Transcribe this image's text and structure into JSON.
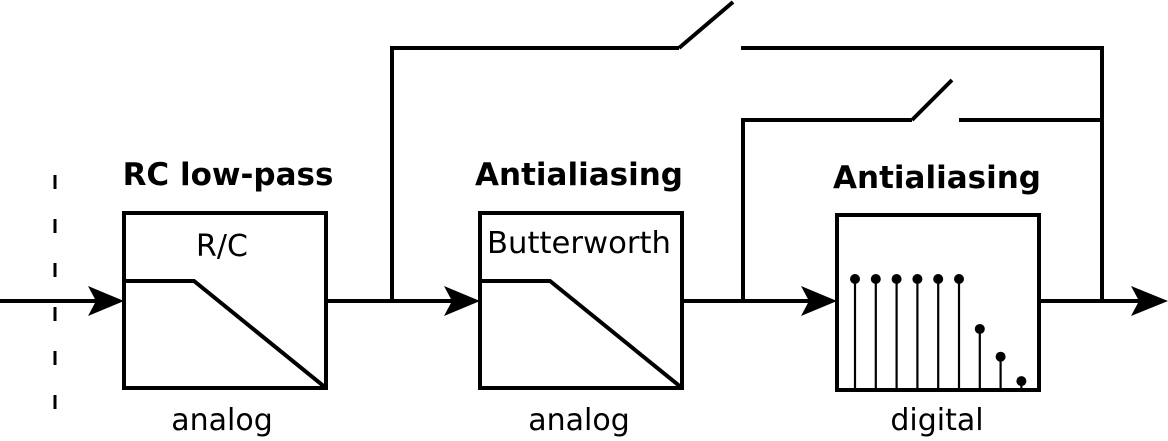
{
  "diagram": {
    "colors": {
      "stroke": "#000000",
      "background": "#ffffff"
    },
    "blocks": [
      {
        "id": "rc",
        "title": "RC low-pass",
        "inner_label": "R/C",
        "domain": "analog",
        "icon": "lowpass-response-icon"
      },
      {
        "id": "butter",
        "title": "Antialiasing",
        "inner_label": "Butterworth",
        "domain": "analog",
        "icon": "lowpass-response-icon"
      },
      {
        "id": "digital",
        "title": "Antialiasing",
        "inner_label": "",
        "domain": "digital",
        "icon": "sampled-response-icon"
      }
    ],
    "digital_samples": [
      1,
      1,
      1,
      1,
      1,
      1,
      0.55,
      0.3,
      0.08
    ],
    "switches": [
      {
        "name": "bypass-switch-all",
        "state": "open"
      },
      {
        "name": "bypass-switch-digital",
        "state": "open"
      }
    ]
  }
}
